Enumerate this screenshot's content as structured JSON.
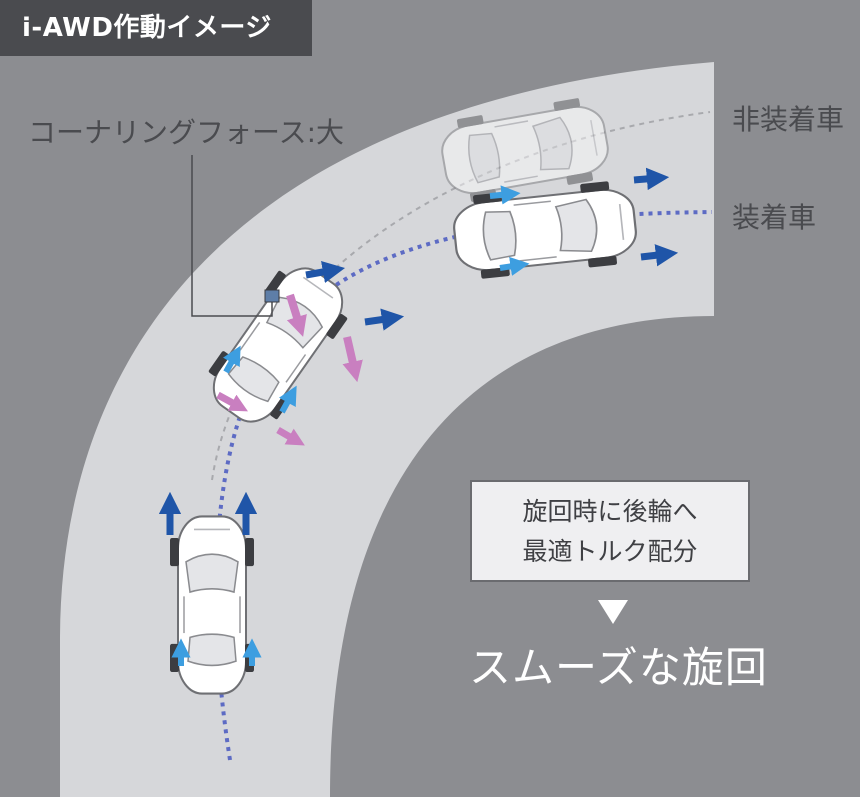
{
  "title": "i-AWD作動イメージ",
  "labels": {
    "cornering_force": "コーナリングフォース:大",
    "without_system": "非装着車",
    "with_system": "装着車"
  },
  "info_box": {
    "line1": "旋回時に後輪へ",
    "line2": "最適トルク配分"
  },
  "result_text": "スムーズな旋回",
  "colors": {
    "background": "#8c8d91",
    "road": "#d6d7da",
    "title_bg": "#4a4b4f",
    "drive_arrow": "#1f55a8",
    "rear_arrow": "#3d9ee0",
    "force_arrow": "#c97fc0",
    "trajectory": "#5d6bc4",
    "ghost_trajectory": "#a8a9ad"
  },
  "icons": {
    "car": "car-top-view",
    "arrow_down": "triangle-down"
  }
}
